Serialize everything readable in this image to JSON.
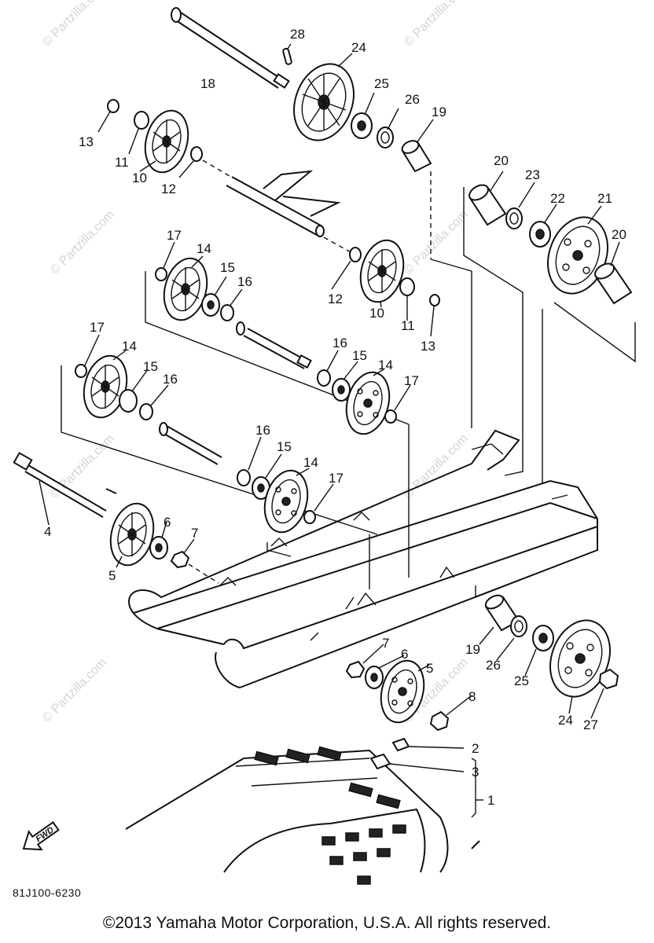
{
  "diagram": {
    "code": "81J100-6230",
    "copyright": "©2013 Yamaha Motor Corporation, U.S.A. All rights reserved.",
    "watermark": "© Partzilla.com",
    "front_arrow_label": "FWD",
    "part_labels": {
      "p1": "1",
      "p2": "2",
      "p3": "3",
      "p4": "4",
      "p5a": "5",
      "p5b": "5",
      "p6a": "6",
      "p6b": "6",
      "p7a": "7",
      "p7b": "7",
      "p8": "8",
      "p10a": "10",
      "p10b": "10",
      "p11a": "11",
      "p11b": "11",
      "p12a": "12",
      "p12b": "12",
      "p13a": "13",
      "p13b": "13",
      "p14a": "14",
      "p14b": "14",
      "p14c": "14",
      "p14d": "14",
      "p15a": "15",
      "p15b": "15",
      "p15c": "15",
      "p15d": "15",
      "p16a": "16",
      "p16b": "16",
      "p16c": "16",
      "p16d": "16",
      "p17a": "17",
      "p17b": "17",
      "p17c": "17",
      "p17d": "17",
      "p18": "18",
      "p19a": "19",
      "p19b": "19",
      "p20a": "20",
      "p20b": "20",
      "p21": "21",
      "p22": "22",
      "p23": "23",
      "p24a": "24",
      "p24b": "24",
      "p25a": "25",
      "p25b": "25",
      "p26a": "26",
      "p26b": "26",
      "p27": "27",
      "p28": "28"
    }
  }
}
